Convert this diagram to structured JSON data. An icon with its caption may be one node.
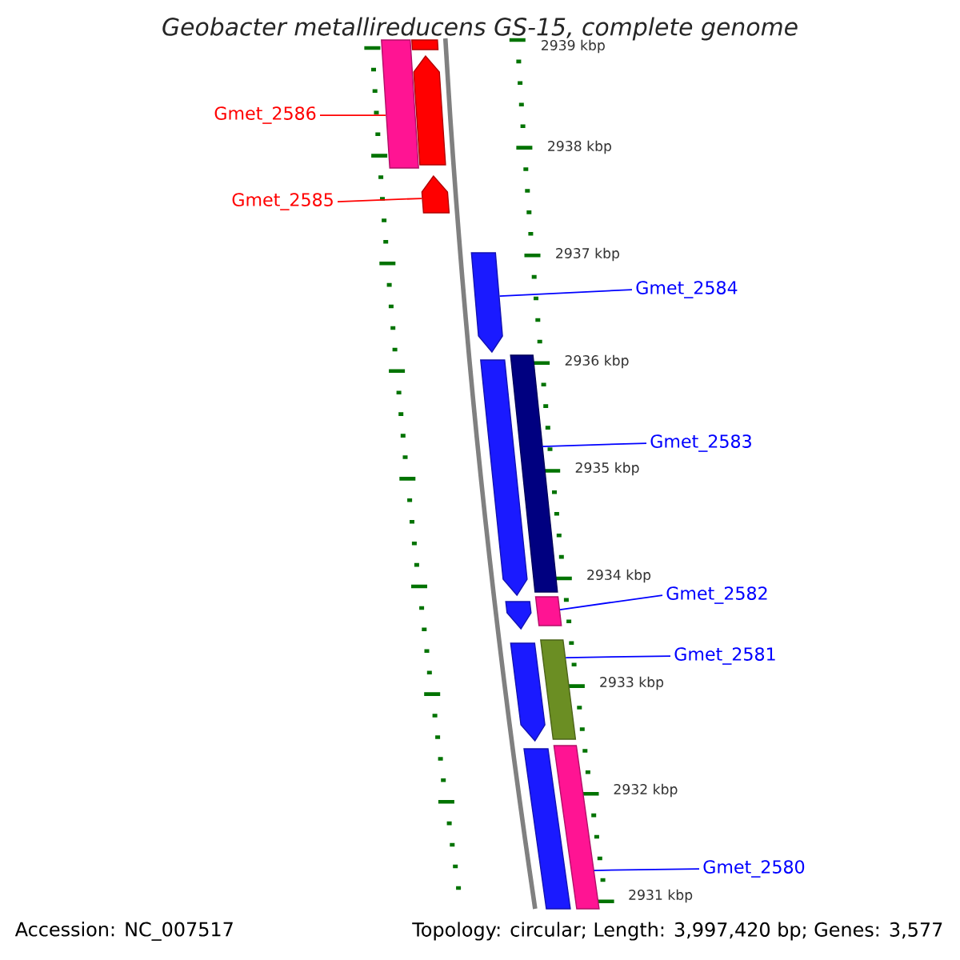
{
  "diagram": {
    "title": "Geobacter metallireducens GS-15, complete genome",
    "nodes": [
      {
        "text": [
          "Gmet_2586"
        ]
      },
      {
        "text": [
          "Gmet_2585"
        ]
      },
      {
        "text": [
          "Gmet_2584"
        ]
      },
      {
        "text": [
          "Gmet_2583"
        ]
      },
      {
        "text": [
          "Gmet_2582"
        ]
      },
      {
        "text": [
          "Gmet_2581"
        ]
      },
      {
        "text": [
          "Gmet_2580"
        ]
      },
      {
        "text": [],
        "shape": "bar"
      },
      {
        "text": [],
        "shape": "bar"
      },
      {
        "text": [],
        "shape": "arrow"
      },
      {
        "text": [],
        "shape": "arrow"
      },
      {
        "text": [],
        "shape": "arrow"
      },
      {
        "text": [],
        "shape": "bar"
      },
      {
        "text": [],
        "shape": "arrow"
      },
      {
        "text": [],
        "shape": "bar"
      },
      {
        "text": [],
        "shape": "arrow"
      },
      {
        "text": [],
        "shape": "bar"
      },
      {
        "text": [],
        "shape": "arrow"
      },
      {
        "text": [],
        "shape": "bar"
      },
      {
        "text": [],
        "shape": "bar"
      }
    ],
    "edges": [
      {
        "from": 0,
        "to": 7,
        "arrow": "none",
        "color": "#ff0000"
      },
      {
        "from": 1,
        "to": 10,
        "arrow": "none",
        "color": "#ff0000"
      },
      {
        "from": 2,
        "to": 11,
        "arrow": "none"
      },
      {
        "from": 3,
        "to": 12,
        "arrow": "none"
      },
      {
        "from": 4,
        "to": 14,
        "arrow": "none"
      },
      {
        "from": 5,
        "to": 16,
        "arrow": "none"
      },
      {
        "from": 6,
        "to": 18,
        "arrow": "none"
      }
    ],
    "labels": [
      "2939 kbp",
      "2938 kbp",
      "2937 kbp",
      "2936 kbp",
      "2935 kbp",
      "2934 kbp",
      "2933 kbp",
      "2932 kbp",
      "2931 kbp",
      "Accession: NC_007517",
      "Topology: circular; Length: 3,997,420 bp; Genes: 3,577"
    ]
  }
}
